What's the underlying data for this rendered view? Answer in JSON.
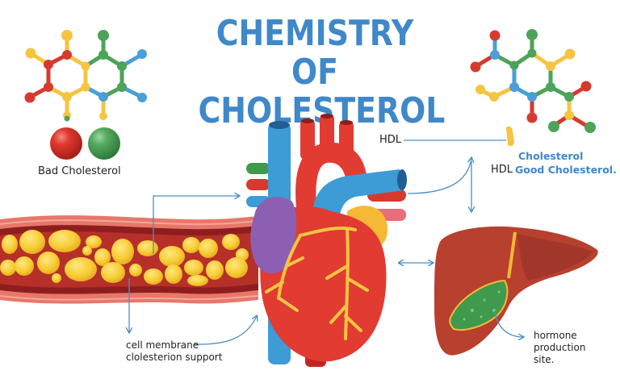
{
  "title": {
    "line1": "CHEMISTRY OF",
    "line2": "CHOLESTEROL"
  },
  "colors": {
    "title_blue": "#3f88c9",
    "atom_red": "#d63a2f",
    "atom_green": "#4ea35a",
    "atom_yellow": "#f5c542",
    "atom_blue": "#4a9fd8",
    "artery_wall": "#e86a5e",
    "artery_inner": "#8e1e1e",
    "plaque_yellow": "#f7cf3a",
    "heart_red": "#e23b32",
    "vein_blue": "#3d9bd6",
    "atrium_purple": "#8d5fb3",
    "liver_brown": "#b8402f",
    "gallbladder_green": "#3f9a4e",
    "arrow_blue": "#4a8fc7"
  },
  "labels": {
    "bad_cholesterol": "Bad Cholesterol",
    "hdl_top": "HDL",
    "cholesterol": "Cholesterol",
    "hdl_bottom": "HDL",
    "good_cholesterol": "Good Cholesterol.",
    "cell_membrane_1": "cell membrane",
    "cell_membrane_2": "clolesterion support",
    "hormone_1": "hormone",
    "hormone_2": "production",
    "hormone_3": "site."
  },
  "icons": {
    "left_molecule": "molecule-icon",
    "right_molecule": "molecule-icon",
    "red_sphere": "red-ball-icon",
    "green_sphere": "green-ball-icon",
    "artery": "artery-plaque-illustration",
    "heart": "heart-illustration",
    "liver": "liver-illustration",
    "hdl_particle": "hdl-particle-icon"
  }
}
